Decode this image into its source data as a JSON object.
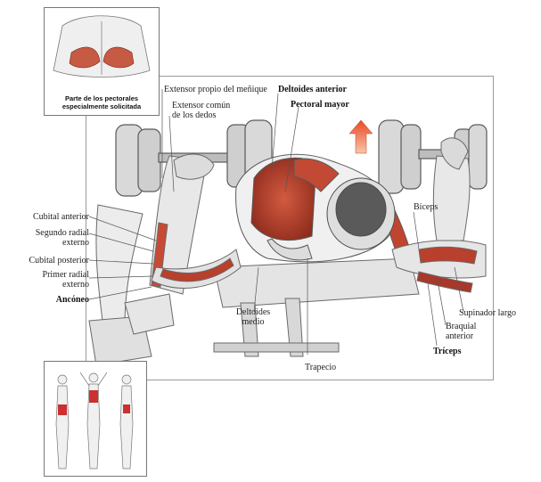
{
  "inset_top": {
    "caption_line1": "Parte de los pectorales",
    "caption_line2": "especialmente solicitada"
  },
  "labels": {
    "extensor_propio": "Extensor propio del meñique",
    "extensor_comun_1": "Extensor común",
    "extensor_comun_2": "de los dedos",
    "deltoides_anterior": "Deltoides anterior",
    "pectoral_mayor": "Pectoral mayor",
    "cubital_anterior": "Cubital anterior",
    "segundo_radial_1": "Segundo radial",
    "segundo_radial_2": "externo",
    "cubital_posterior": "Cubital posterior",
    "primer_radial_1": "Primer radial",
    "primer_radial_2": "externo",
    "anconeo": "Ancóneo",
    "biceps": "Bíceps",
    "deltoides_medio_1": "Deltoides",
    "deltoides_medio_2": "medio",
    "supinador_largo": "Supinador largo",
    "braquial_1": "Braquial",
    "braquial_2": "anterior",
    "triceps": "Tríceps",
    "trapecio": "Trapecio"
  },
  "colors": {
    "muscle_highlight": "#b23a2a",
    "arrow": "#e0502a",
    "line": "#555555",
    "sketch": "#8a8a8a"
  },
  "icons": [
    "up-arrow-icon"
  ]
}
